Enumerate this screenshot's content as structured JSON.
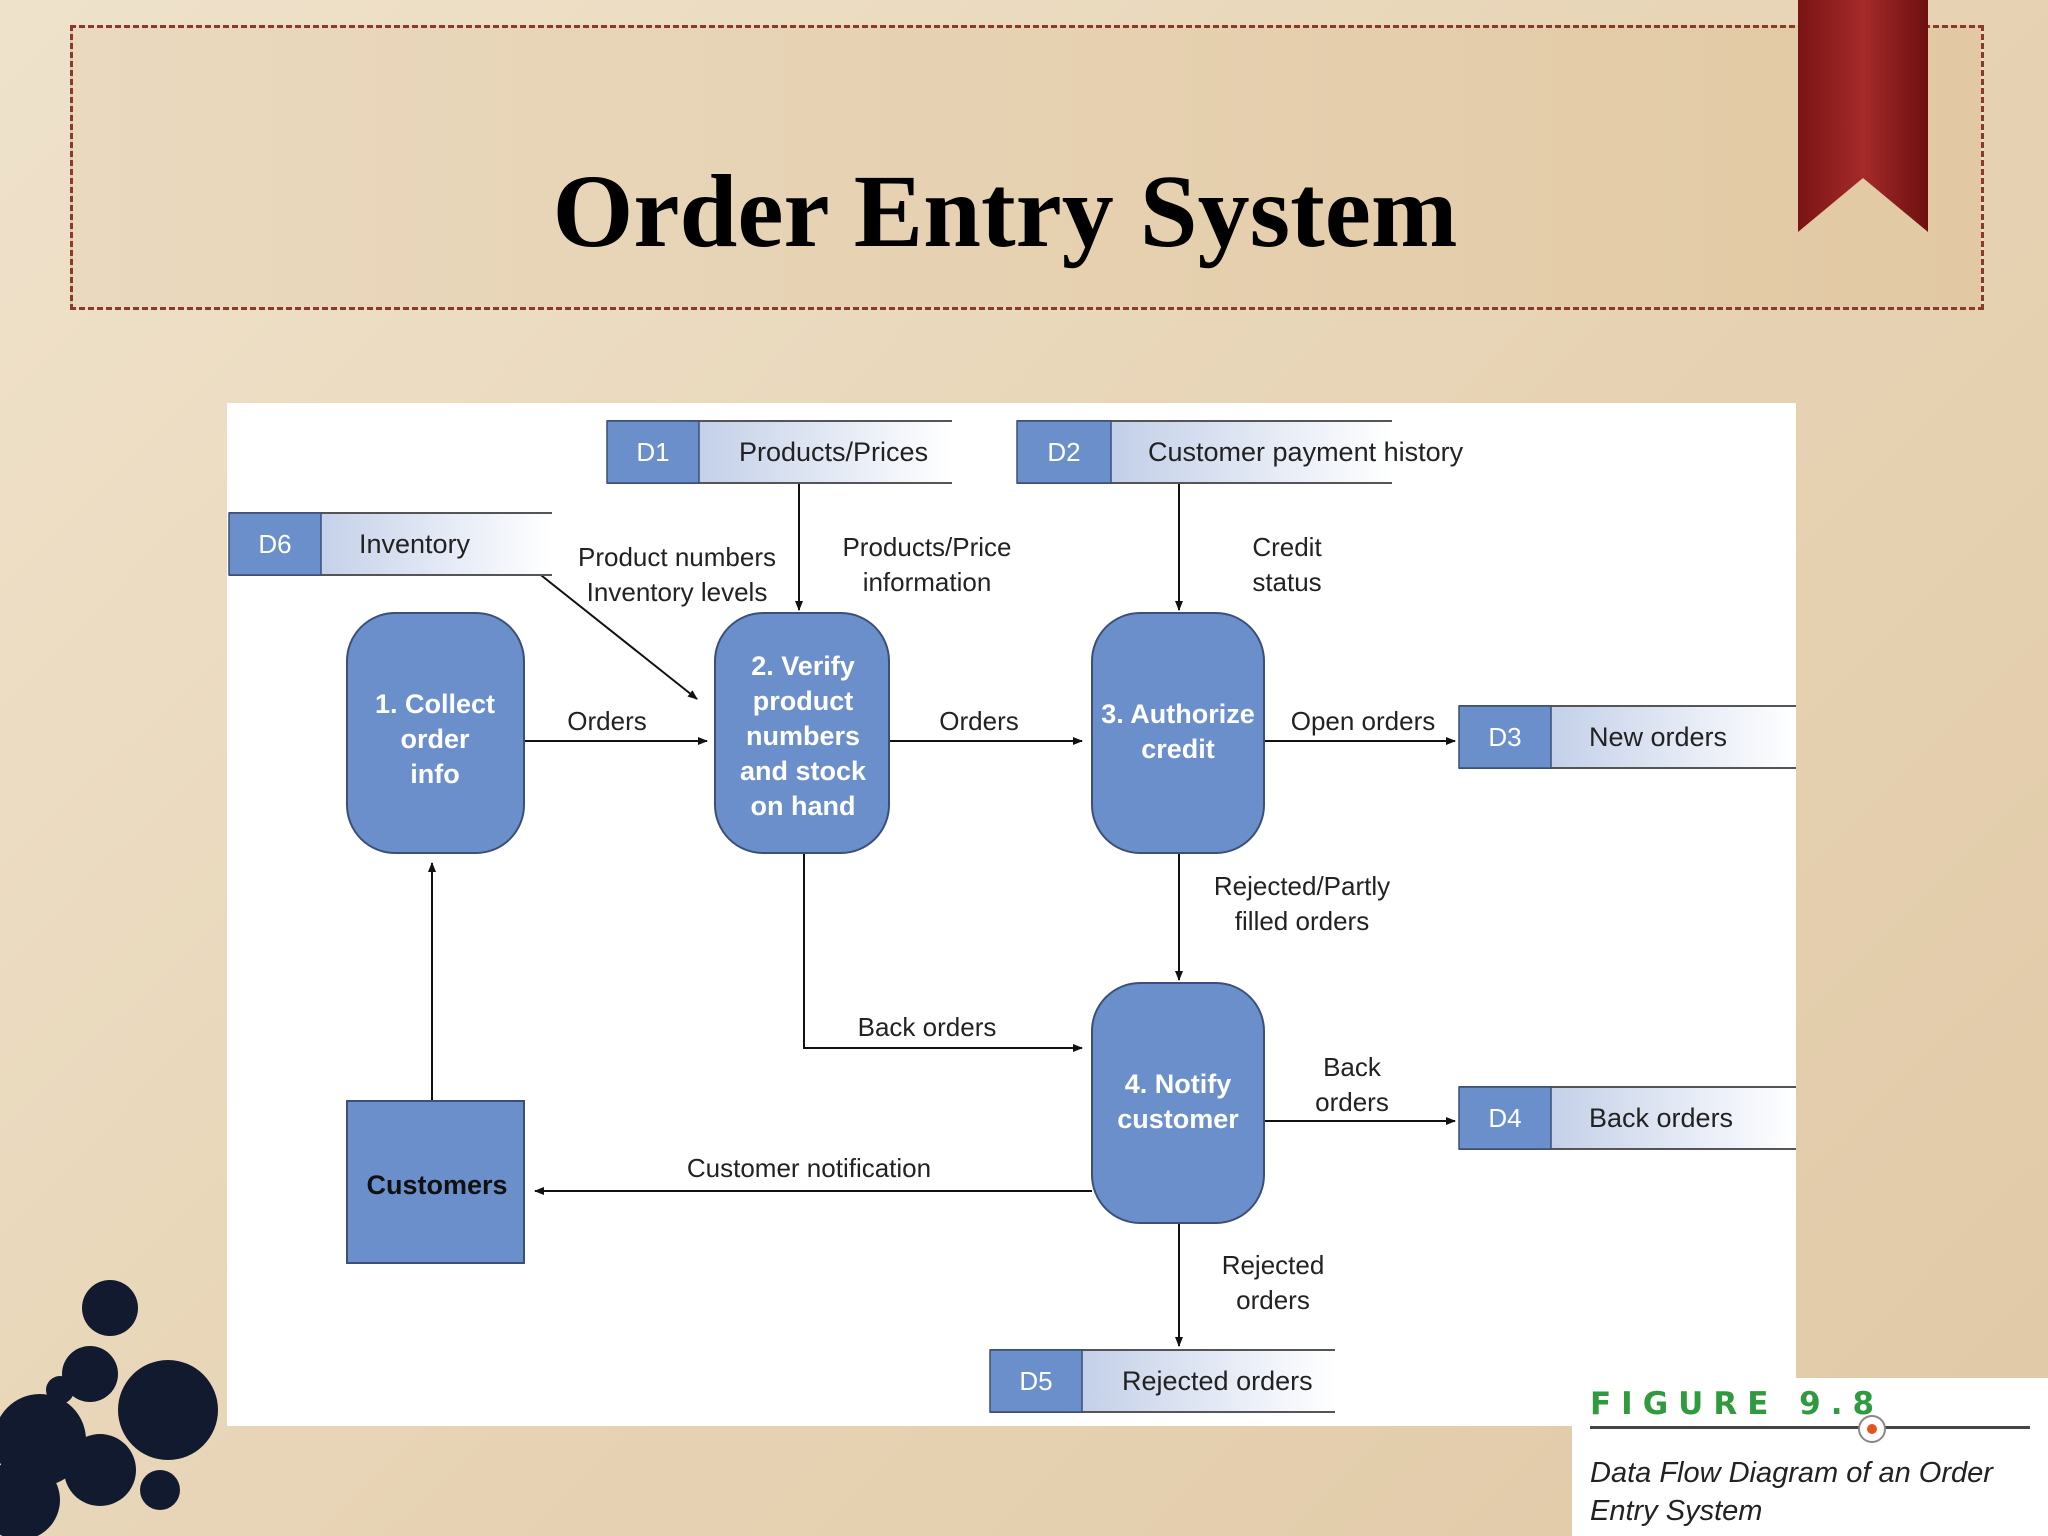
{
  "slide": {
    "title": "Order Entry System"
  },
  "processes": [
    {
      "id": "p1",
      "lines": [
        "1. Collect",
        "order",
        "info"
      ]
    },
    {
      "id": "p2",
      "lines": [
        "2. Verify",
        "product",
        "numbers",
        "and stock",
        "on hand"
      ]
    },
    {
      "id": "p3",
      "lines": [
        "3. Authorize",
        "credit"
      ]
    },
    {
      "id": "p4",
      "lines": [
        "4. Notify",
        "customer"
      ]
    }
  ],
  "external_entity": {
    "label": "Customers"
  },
  "data_stores": [
    {
      "id": "D1",
      "name": "Products/Prices"
    },
    {
      "id": "D2",
      "name": "Customer payment history"
    },
    {
      "id": "D3",
      "name": "New orders"
    },
    {
      "id": "D4",
      "name": "Back orders"
    },
    {
      "id": "D5",
      "name": "Rejected orders"
    },
    {
      "id": "D6",
      "name": "Inventory"
    }
  ],
  "flows": [
    {
      "from": "D6",
      "to": "p2",
      "lines": [
        "Product numbers",
        "Inventory levels"
      ]
    },
    {
      "from": "D1",
      "to": "p2",
      "lines": [
        "Products/Price",
        "information"
      ]
    },
    {
      "from": "D2",
      "to": "p3",
      "lines": [
        "Credit",
        "status"
      ]
    },
    {
      "from": "p1",
      "to": "p2",
      "lines": [
        "Orders"
      ]
    },
    {
      "from": "p2",
      "to": "p3",
      "lines": [
        "Orders"
      ]
    },
    {
      "from": "p3",
      "to": "D3",
      "lines": [
        "Open orders"
      ]
    },
    {
      "from": "p3",
      "to": "p4",
      "lines": [
        "Rejected/Partly",
        "filled orders"
      ]
    },
    {
      "from": "p2",
      "to": "p4",
      "lines": [
        "Back orders"
      ]
    },
    {
      "from": "p4",
      "to": "D4",
      "lines": [
        "Back",
        "orders"
      ]
    },
    {
      "from": "p4",
      "to": "Customers",
      "lines": [
        "Customer notification"
      ]
    },
    {
      "from": "p4",
      "to": "D5",
      "lines": [
        "Rejected",
        "orders"
      ]
    },
    {
      "from": "Customers",
      "to": "p1",
      "lines": []
    }
  ],
  "figure": {
    "label": "FIGURE 9.8",
    "caption": "Data Flow Diagram of an Order Entry System"
  },
  "colors": {
    "process_fill": "#6b8fcb",
    "store_id_fill": "#6b8fcb",
    "title_border": "#8a3a2a",
    "bookmark": "#8b1d1d",
    "figure_label": "#2f9a3e"
  }
}
